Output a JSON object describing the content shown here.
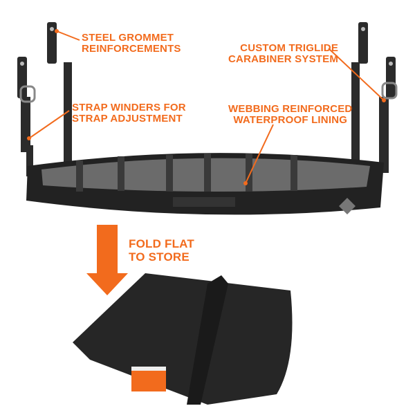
{
  "callouts": {
    "grommet": {
      "line1": "STEEL GROMMET",
      "line2": "REINFORCEMENTS"
    },
    "triglide": {
      "line1": "CUSTOM TRIGLIDE",
      "line2": "CARABINER SYSTEM"
    },
    "winders": {
      "line1": "STRAP WINDERS FOR",
      "line2": "STRAP ADJUSTMENT"
    },
    "lining": {
      "line1": "WEBBING REINFORCED",
      "line2": "WATERPROOF LINING"
    },
    "fold": {
      "line1": "FOLD FLAT",
      "line2": "TO STORE"
    }
  },
  "colors": {
    "accent": "#f26b1d",
    "product": "#2a2a2a"
  }
}
